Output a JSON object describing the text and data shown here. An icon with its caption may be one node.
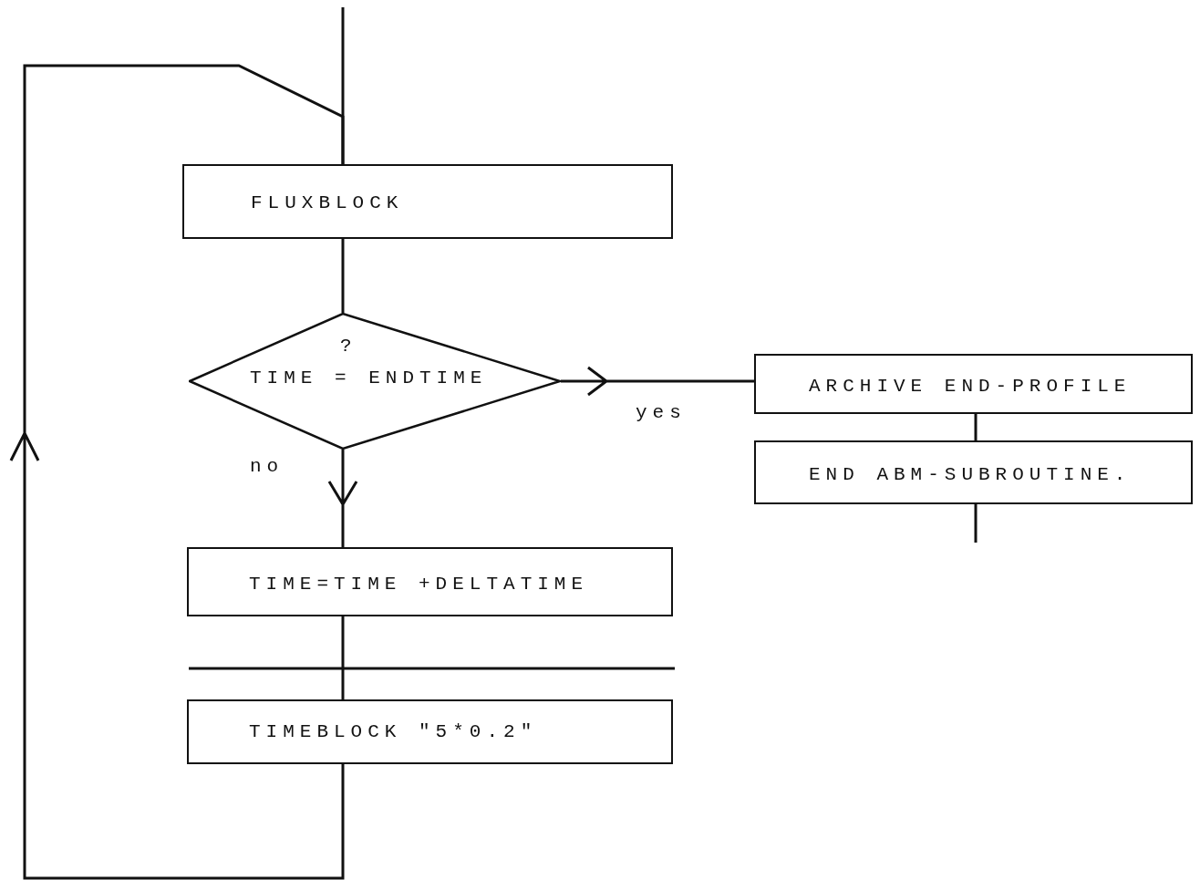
{
  "diagram": {
    "nodes": [
      {
        "text": [
          "FLUXBLOCK"
        ]
      },
      {
        "text": [
          "?",
          "TIME = ENDTIME"
        ]
      },
      {
        "text": [
          "ARCHIVE END-PROFILE"
        ]
      },
      {
        "text": [
          "END ABM-SUBROUTINE."
        ]
      },
      {
        "text": [
          "TIME=TIME +DELTATIME"
        ]
      },
      {
        "text": [
          "TIMEBLOCK \"5*0.2\""
        ]
      }
    ],
    "edges": [
      {
        "from": null,
        "to": 0,
        "arrow": "none"
      },
      {
        "from": 0,
        "to": 1,
        "arrow": "none"
      },
      {
        "from": 1,
        "to": 2,
        "arrow": "to",
        "label": "yes"
      },
      {
        "from": 2,
        "to": 3,
        "arrow": "none"
      },
      {
        "from": 3,
        "to": null,
        "arrow": "none"
      },
      {
        "from": 1,
        "to": 4,
        "arrow": "to",
        "label": "no"
      },
      {
        "from": 4,
        "to": 5,
        "arrow": "none"
      },
      {
        "from": 5,
        "to": 0,
        "arrow": "to"
      }
    ]
  }
}
